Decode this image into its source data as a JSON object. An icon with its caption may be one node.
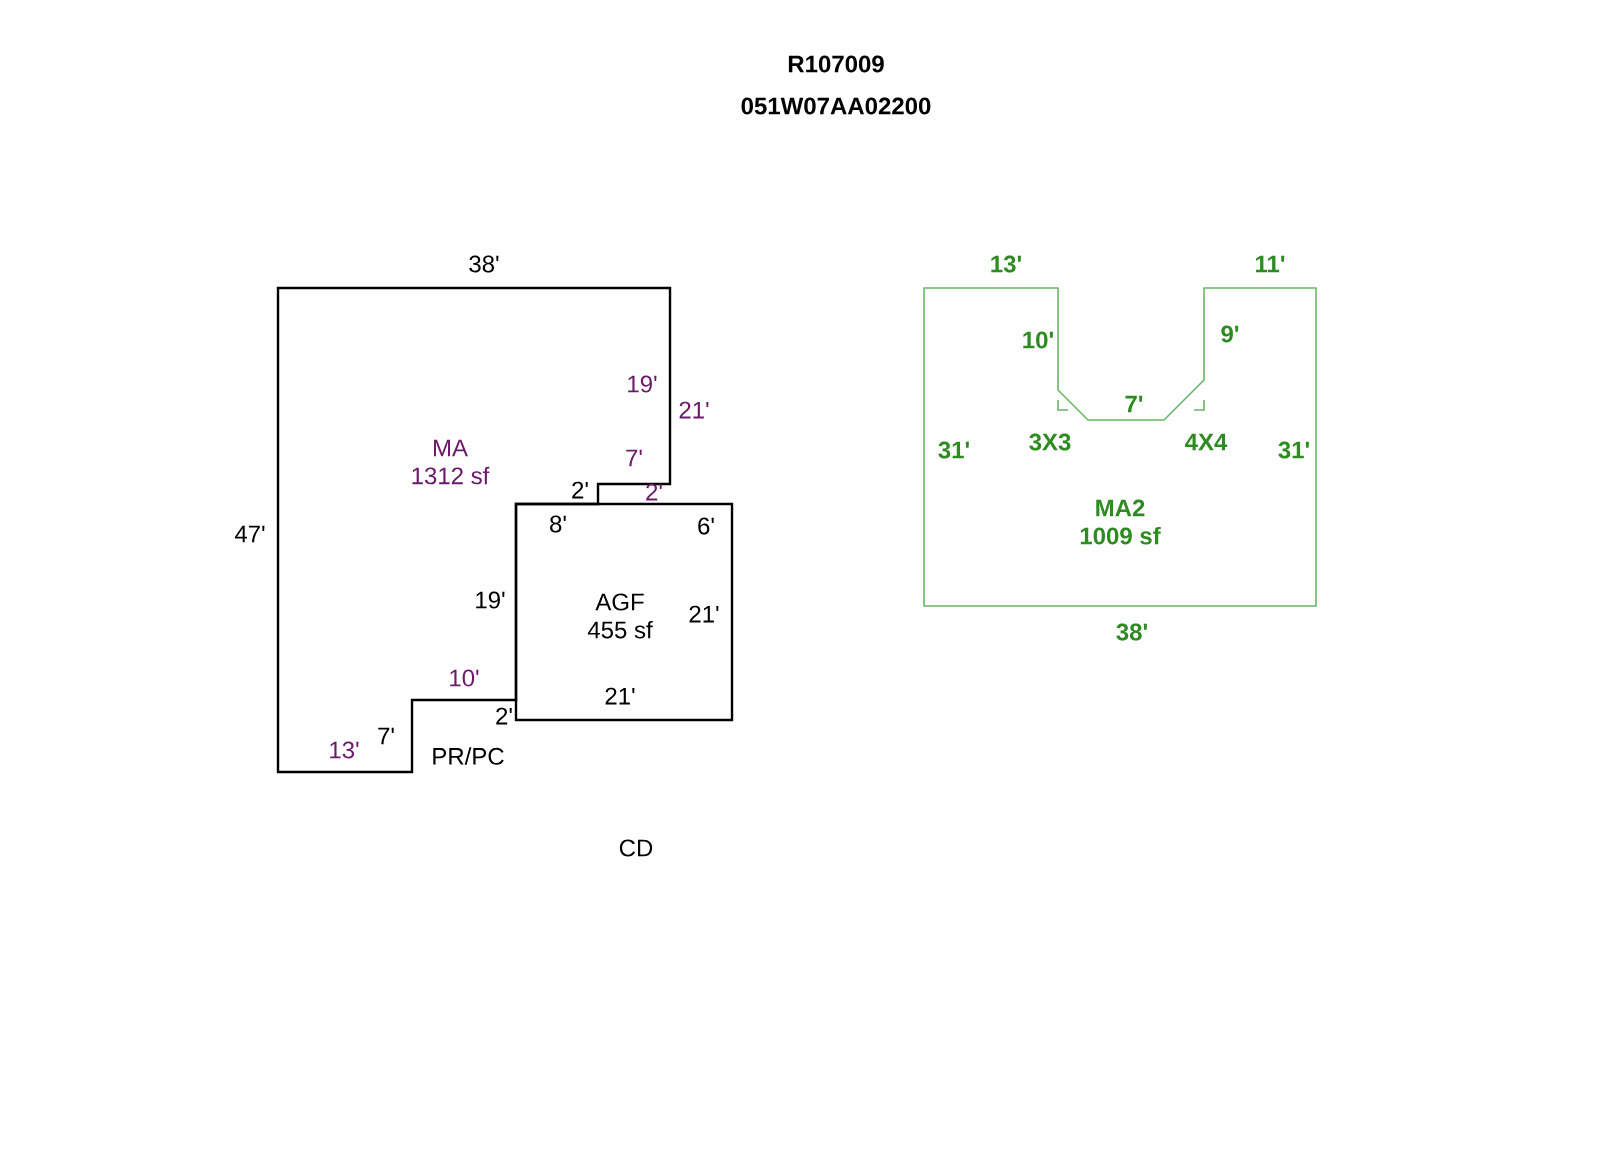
{
  "diagram": {
    "title": "R107009",
    "nodes": [
      {
        "text": [
          "MA",
          "1312 sf"
        ]
      },
      {
        "text": [
          "AGF",
          "455 sf"
        ]
      },
      {
        "text": [
          "MA2",
          "1009 sf"
        ]
      }
    ],
    "labels": [
      "051W07AA02200",
      "38'",
      "13'",
      "11'",
      "10'",
      "9'",
      "19'",
      "21'",
      "7'",
      "3X3",
      "31'",
      "4X4",
      "31'",
      "7'",
      "2'",
      "2'",
      "8'",
      "6'",
      "47'",
      "19'",
      "21'",
      "38'",
      "10'",
      "21'",
      "2'",
      "7'",
      "13'",
      "PR/PC",
      "CD"
    ]
  }
}
